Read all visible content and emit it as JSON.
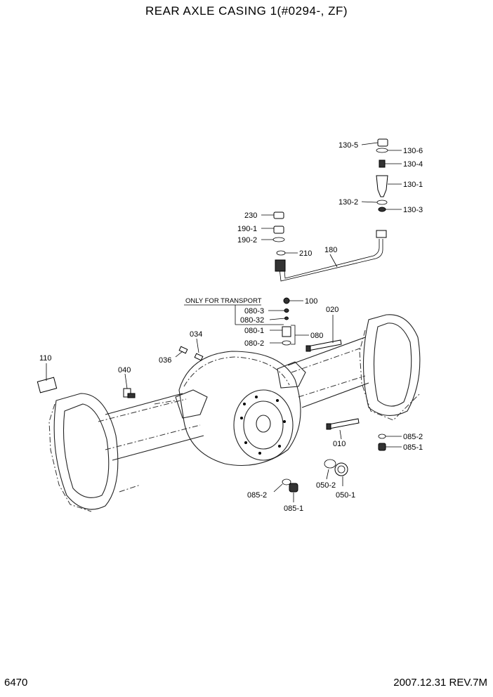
{
  "title": "REAR AXLE CASING 1(#0294-, ZF)",
  "page_number": "6470",
  "revision": "2007.12.31  REV.7M",
  "note": "ONLY FOR TRANSPORT",
  "labels": {
    "p130_5": "130-5",
    "p130_6": "130-6",
    "p130_4": "130-4",
    "p130_1": "130-1",
    "p130_2": "130-2",
    "p130_3": "130-3",
    "p230": "230",
    "p190_1": "190-1",
    "p190_2": "190-2",
    "p210": "210",
    "p180": "180",
    "p100": "100",
    "p080_3": "080-3",
    "p080_32": "080-32",
    "p080_1": "080-1",
    "p080": "080",
    "p080_2": "080-2",
    "p020": "020",
    "p034": "034",
    "p036": "036",
    "p110": "110",
    "p040": "040",
    "p010": "010",
    "p085_2a": "085-2",
    "p085_1a": "085-1",
    "p050_2": "050-2",
    "p050_1": "050-1",
    "p085_2b": "085-2",
    "p085_1b": "085-1"
  }
}
